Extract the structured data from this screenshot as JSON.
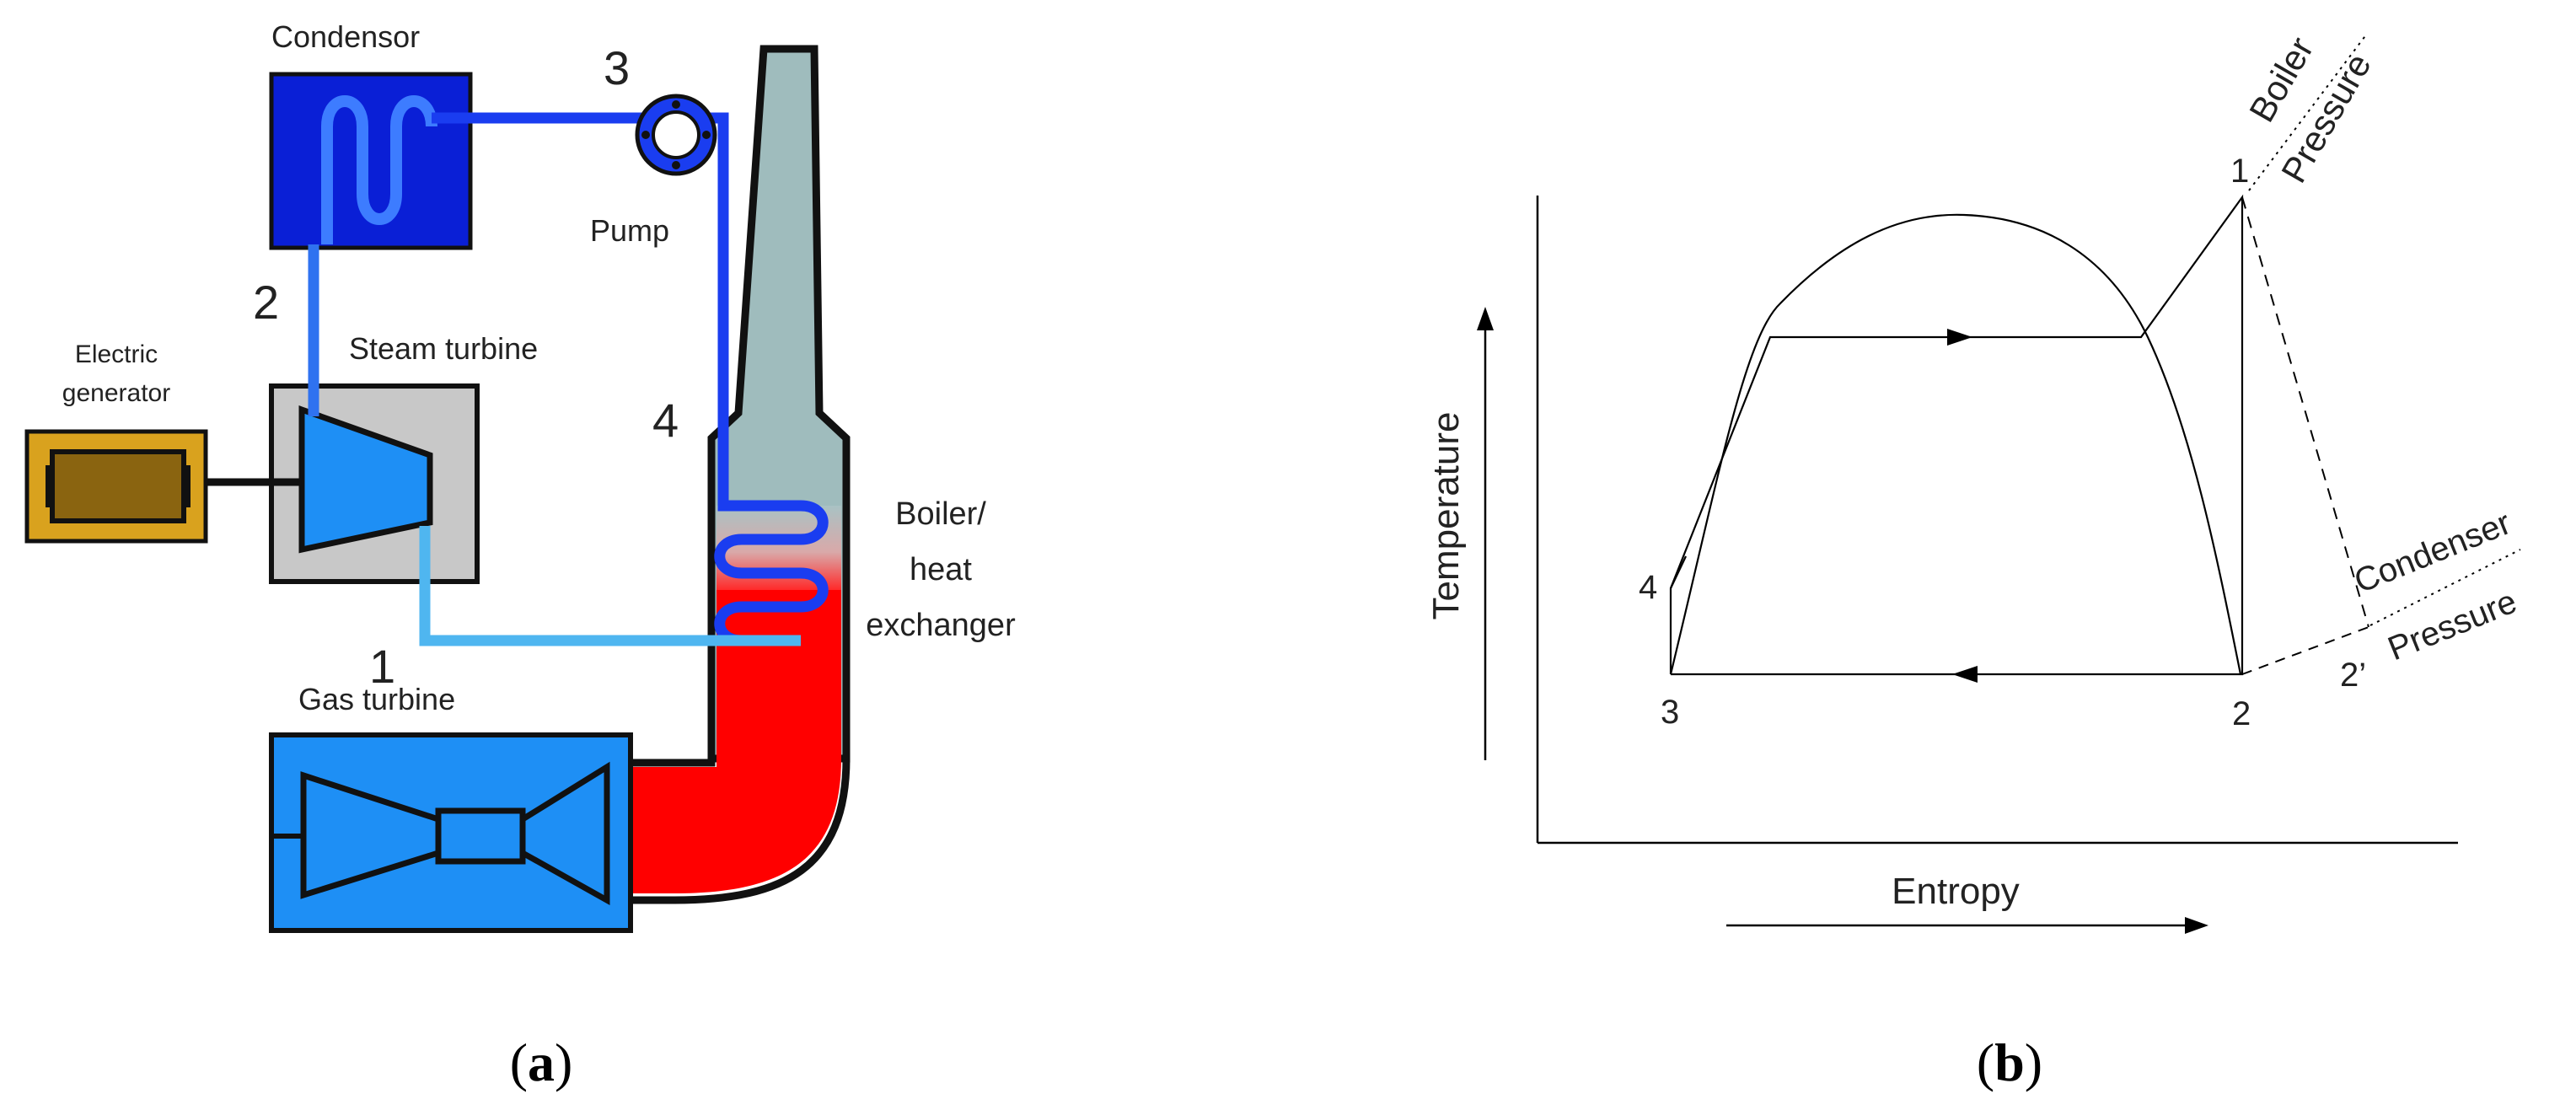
{
  "panel_a": {
    "caption_prefix": "(",
    "caption_letter": "a",
    "caption_suffix": ")",
    "labels": {
      "condensor": "Condensor",
      "pump": "Pump",
      "steam_turbine": "Steam turbine",
      "electric_generator_line1": "Electric",
      "electric_generator_line2": "generator",
      "gas_turbine": "Gas turbine",
      "boiler_line1": "Boiler/",
      "boiler_line2": "heat",
      "boiler_line3": "exchanger"
    },
    "state_points": {
      "p1": "1",
      "p2": "2",
      "p3": "3",
      "p4": "4"
    },
    "colors": {
      "condensor": "#0a1fd6",
      "pipe": "#1a3df0",
      "steam_pipe": "#2f72f0",
      "feed_pipe": "#4fb6f0",
      "turbine": "#1e8ff5",
      "housing": "#c8c8c8",
      "generator_case": "#d9a21e",
      "generator_core": "#8a6410",
      "stack": "#9fbcbd",
      "flue": "#ff0000"
    }
  },
  "panel_b": {
    "caption_prefix": "(",
    "caption_letter": "b",
    "caption_suffix": ")",
    "xlabel": "Entropy",
    "ylabel": "Temperature",
    "state_points": {
      "p1": "1",
      "p2": "2",
      "p2prime": "2’",
      "p3": "3",
      "p4": "4"
    },
    "boiler_pressure_line1": "Boiler",
    "boiler_pressure_line2": "Pressure",
    "condenser_pressure_line1": "Condenser",
    "condenser_pressure_line2": "Pressure"
  }
}
